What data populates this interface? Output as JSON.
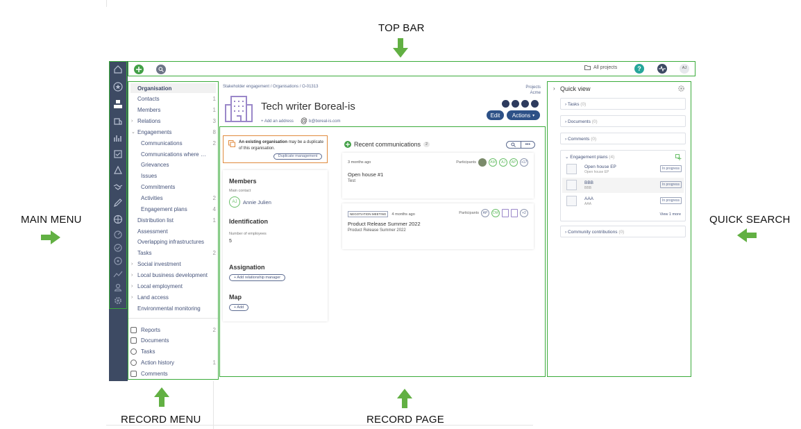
{
  "callouts": {
    "top_bar": "TOP BAR",
    "main_menu": "MAIN MENU",
    "quick_search": "QUICK SEARCH",
    "record_menu": "RECORD MENU",
    "record_page": "RECORD PAGE"
  },
  "topbar": {
    "add_icon": "plus-icon",
    "search_icon": "search-icon",
    "all_projects": "All projects",
    "help_icon": "?",
    "user_initials": "AJ"
  },
  "record_menu": {
    "items": [
      {
        "label": "Organisation",
        "count": "",
        "chevron": "",
        "active": true
      },
      {
        "label": "Contacts",
        "count": "1",
        "chevron": ""
      },
      {
        "label": "Members",
        "count": "1",
        "chevron": ""
      },
      {
        "label": "Relations",
        "count": "3",
        "chevron": ">"
      },
      {
        "label": "Engagements",
        "count": "8",
        "chevron": "v"
      },
      {
        "label": "Communications",
        "count": "2",
        "chevron": "",
        "sub": true
      },
      {
        "label": "Communications where men...",
        "count": "",
        "chevron": "",
        "sub": true
      },
      {
        "label": "Grievances",
        "count": "",
        "chevron": "",
        "sub": true
      },
      {
        "label": "Issues",
        "count": "",
        "chevron": "",
        "sub": true
      },
      {
        "label": "Commitments",
        "count": "",
        "chevron": "",
        "sub": true
      },
      {
        "label": "Activities",
        "count": "2",
        "chevron": "",
        "sub": true
      },
      {
        "label": "Engagement plans",
        "count": "4",
        "chevron": "",
        "sub": true
      },
      {
        "label": "Distribution list",
        "count": "1",
        "chevron": ""
      },
      {
        "label": "Assessment",
        "count": "",
        "chevron": ""
      },
      {
        "label": "Overlapping infrastructures",
        "count": "",
        "chevron": ""
      },
      {
        "label": "Tasks",
        "count": "2",
        "chevron": ""
      },
      {
        "label": "Social investment",
        "count": "",
        "chevron": ">"
      },
      {
        "label": "Local business development",
        "count": "",
        "chevron": ">"
      },
      {
        "label": "Local employment",
        "count": "",
        "chevron": ">"
      },
      {
        "label": "Land access",
        "count": "",
        "chevron": ">"
      },
      {
        "label": "Environmental monitoring",
        "count": "",
        "chevron": ""
      }
    ],
    "bottom": [
      {
        "label": "Reports",
        "count": "2",
        "icon": "report-icon"
      },
      {
        "label": "Documents",
        "count": "",
        "icon": "paperclip-icon"
      },
      {
        "label": "Tasks",
        "count": "",
        "icon": "check-circle-icon"
      },
      {
        "label": "Action history",
        "count": "1",
        "icon": "history-icon"
      },
      {
        "label": "Comments",
        "count": "",
        "icon": "comment-icon"
      }
    ]
  },
  "record": {
    "breadcrumb": "Stakeholder engagement / Organisations / O-01313",
    "projects_label": "Projects",
    "projects_value": "Acme",
    "title": "Tech writer Boreal-is",
    "add_address": "+ Add an address",
    "email": "b@boreal-is.com",
    "edit_label": "Edit",
    "actions_label": "Actions",
    "duplicate": {
      "bold": "An existing organisation",
      "text": "may be a duplicate of this organisation.",
      "button": "Duplicate management"
    },
    "members": {
      "title": "Members",
      "main_contact_label": "Main contact",
      "contact_initials": "AJ",
      "contact_name": "Annie Julien"
    },
    "identification": {
      "title": "Identification",
      "employees_label": "Number of employees",
      "employees_value": "5"
    },
    "assignation": {
      "title": "Assignation",
      "button": "+ Add relationship manager"
    },
    "map": {
      "title": "Map",
      "button": "+ Add"
    },
    "communications": {
      "title": "Recent communications",
      "count": "2",
      "items": [
        {
          "tag": "",
          "time": "3 months ago",
          "participants_label": "Participants",
          "participants": [
            "AM",
            "AJ",
            "AP"
          ],
          "more": "+17",
          "name": "Open house #1",
          "desc": "Test"
        },
        {
          "tag": "NEGOTIATION MEETING",
          "time": "4 months ago",
          "participants_label": "Participants",
          "participants": [
            "AP",
            "DM"
          ],
          "more": "+2",
          "name": "Product Release Summer 2022",
          "desc": "Product Release Summer 2022"
        }
      ]
    }
  },
  "quick_view": {
    "title": "Quick view",
    "sections": [
      {
        "label": "Tasks",
        "count": "(0)"
      },
      {
        "label": "Documents",
        "count": "(0)"
      },
      {
        "label": "Comments",
        "count": "(0)"
      }
    ],
    "engagement_plans": {
      "label": "Engagement plans",
      "count": "(4)",
      "items": [
        {
          "name": "Open house EP",
          "sub": "Open house EP",
          "status": "In progress"
        },
        {
          "name": "BBB",
          "sub": "BBB",
          "status": "In progress"
        },
        {
          "name": "AAA",
          "sub": "AAA",
          "status": "In progress"
        }
      ],
      "view_more": "View 1 more"
    },
    "community": {
      "label": "Community contributions",
      "count": "(0)"
    }
  }
}
